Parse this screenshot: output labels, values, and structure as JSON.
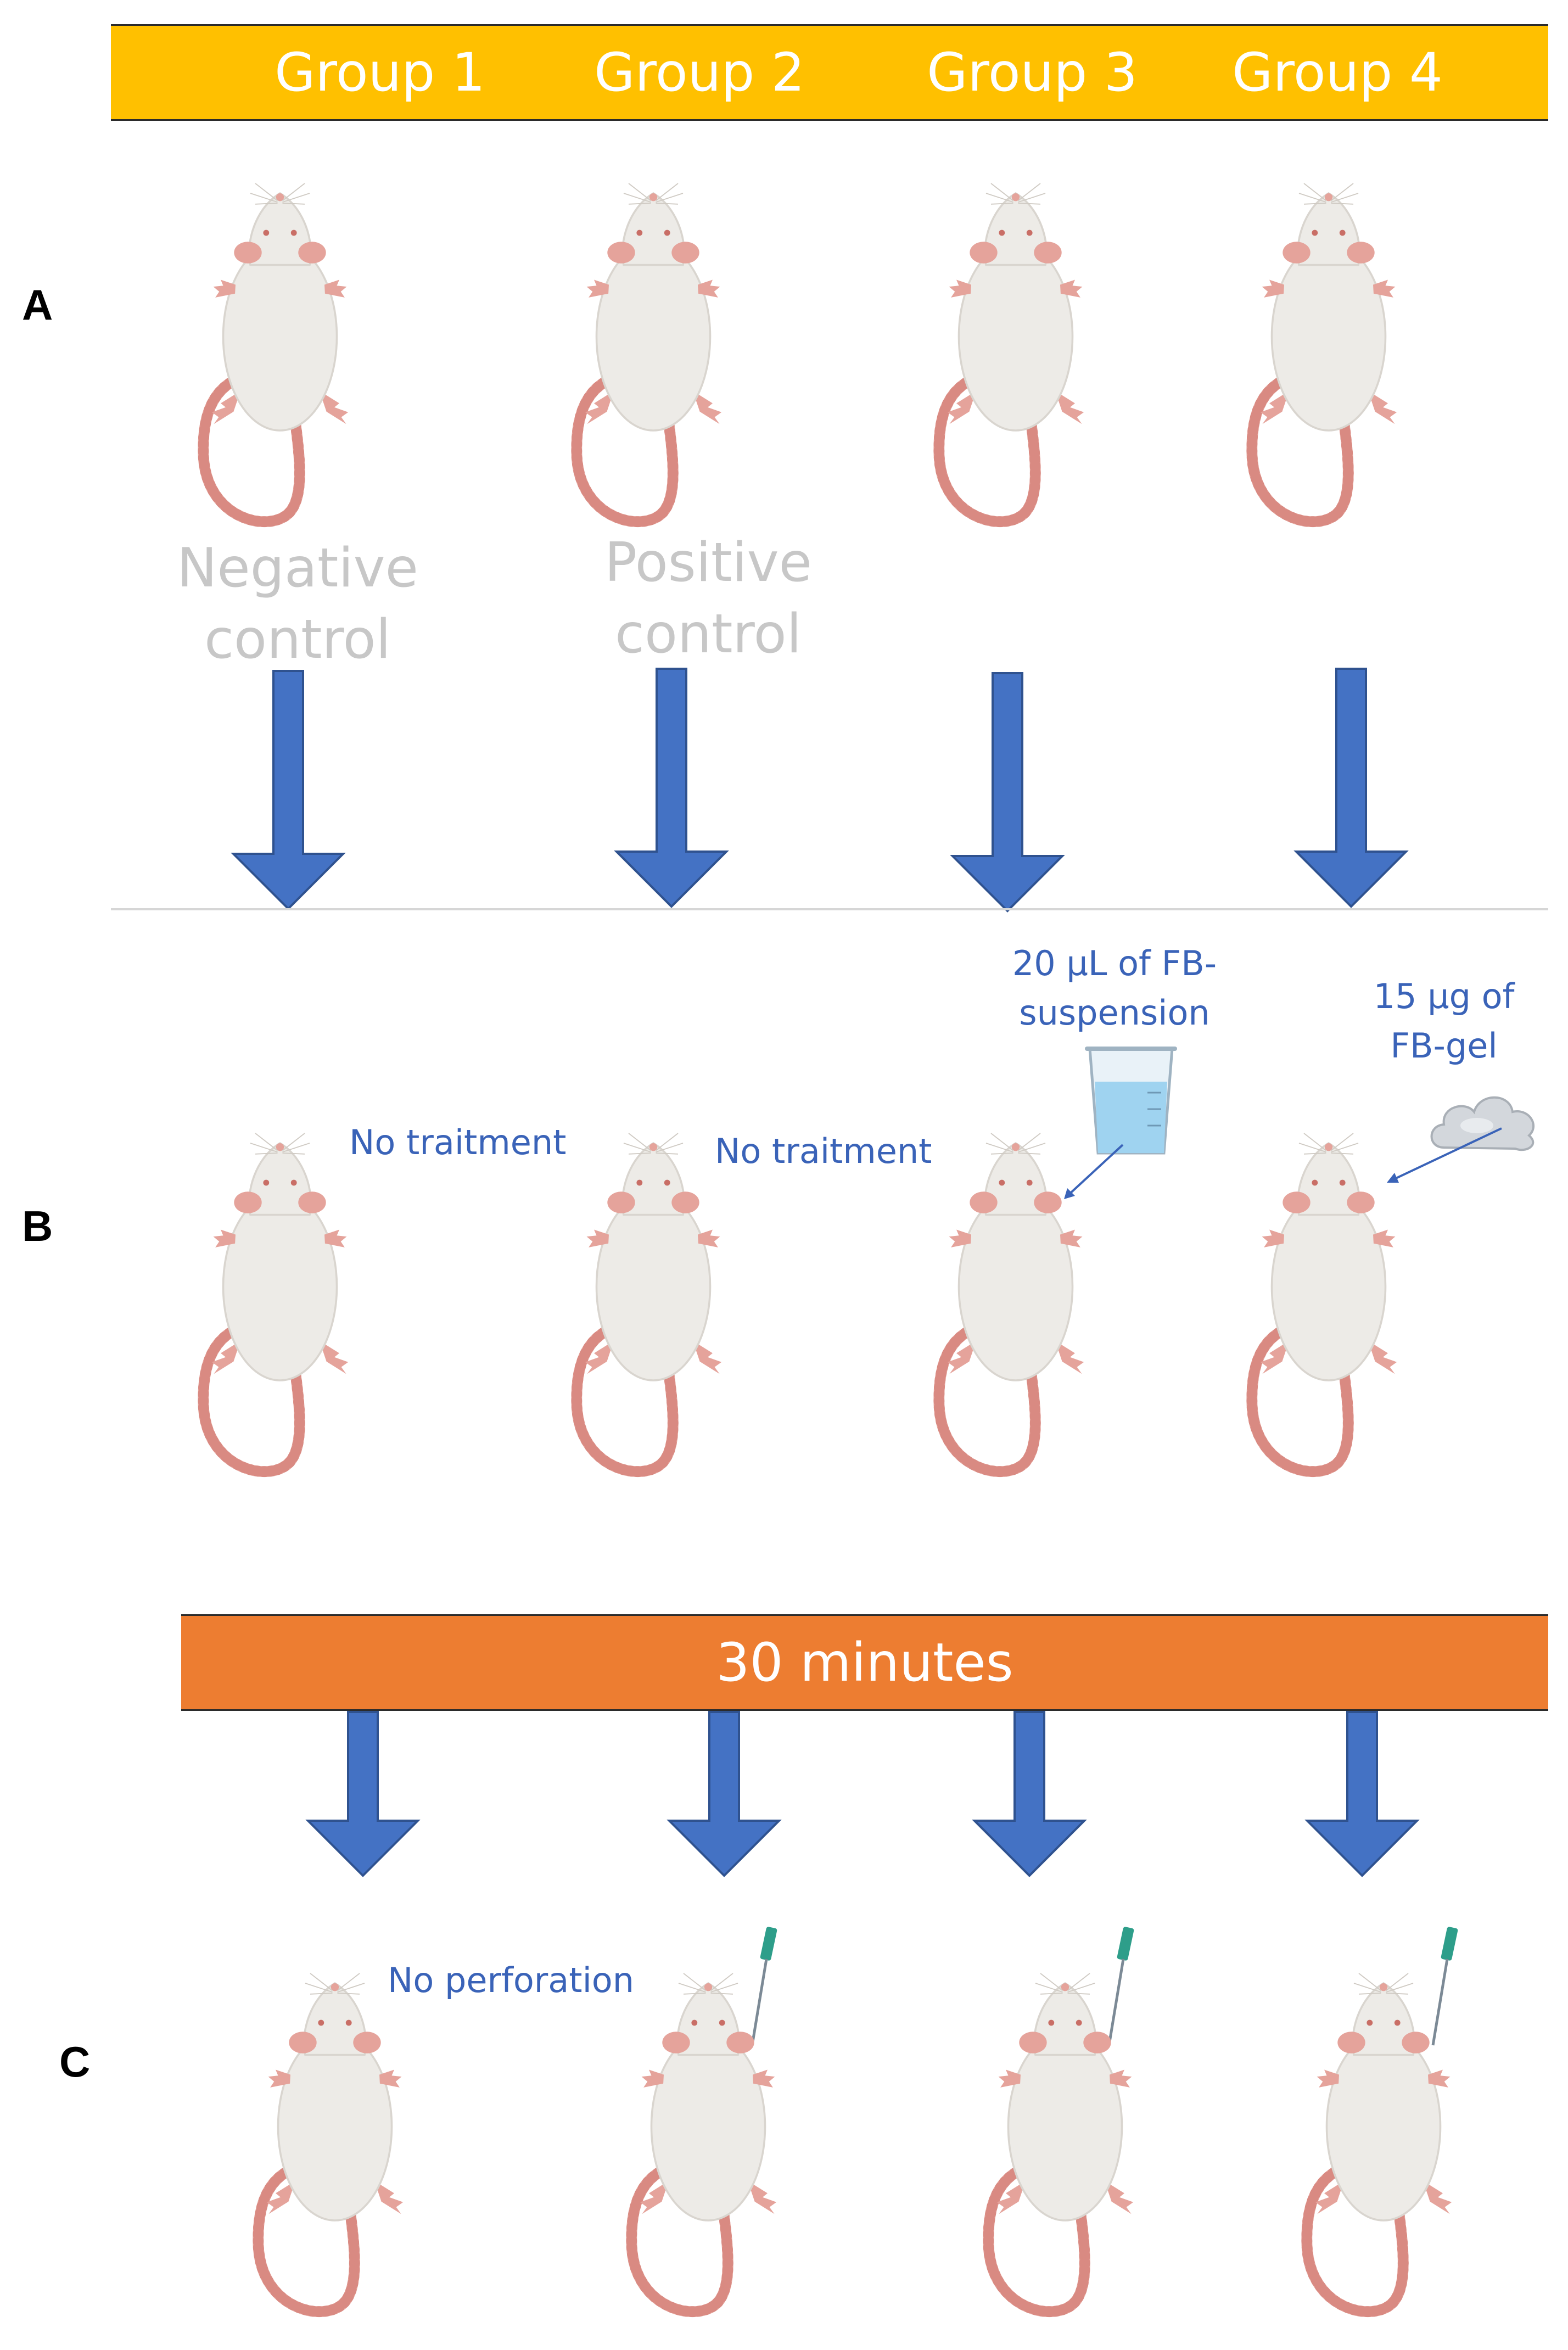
{
  "groups": [
    "Group 1",
    "Group 2",
    "Group 3",
    "Group 4"
  ],
  "sections": {
    "a": "A",
    "b": "B",
    "c": "C"
  },
  "controls": {
    "negative": "Negative\ncontrol",
    "positive": "Positive\ncontrol"
  },
  "treatments": {
    "g1": "No traitment",
    "g2": "No traitment",
    "g3": "20 µL of FB-\nsuspension",
    "g4": "15 µg of\nFB-gel"
  },
  "timer": "30 minutes",
  "perforation": {
    "g1": "No perforation"
  },
  "colors": {
    "group_bar": "#FFC000",
    "timer_bar": "#ED7D31",
    "arrow": "#4472C4",
    "annotation": "#3A63B8",
    "control_text": "#C7C7C7",
    "rat_body": "#EDEBE7",
    "rat_pink": "#E8A49C",
    "needle": "#2E9E8A"
  },
  "icons": [
    "rat-icon",
    "down-arrow-icon",
    "beaker-icon",
    "gel-cloud-icon",
    "needle-icon"
  ]
}
